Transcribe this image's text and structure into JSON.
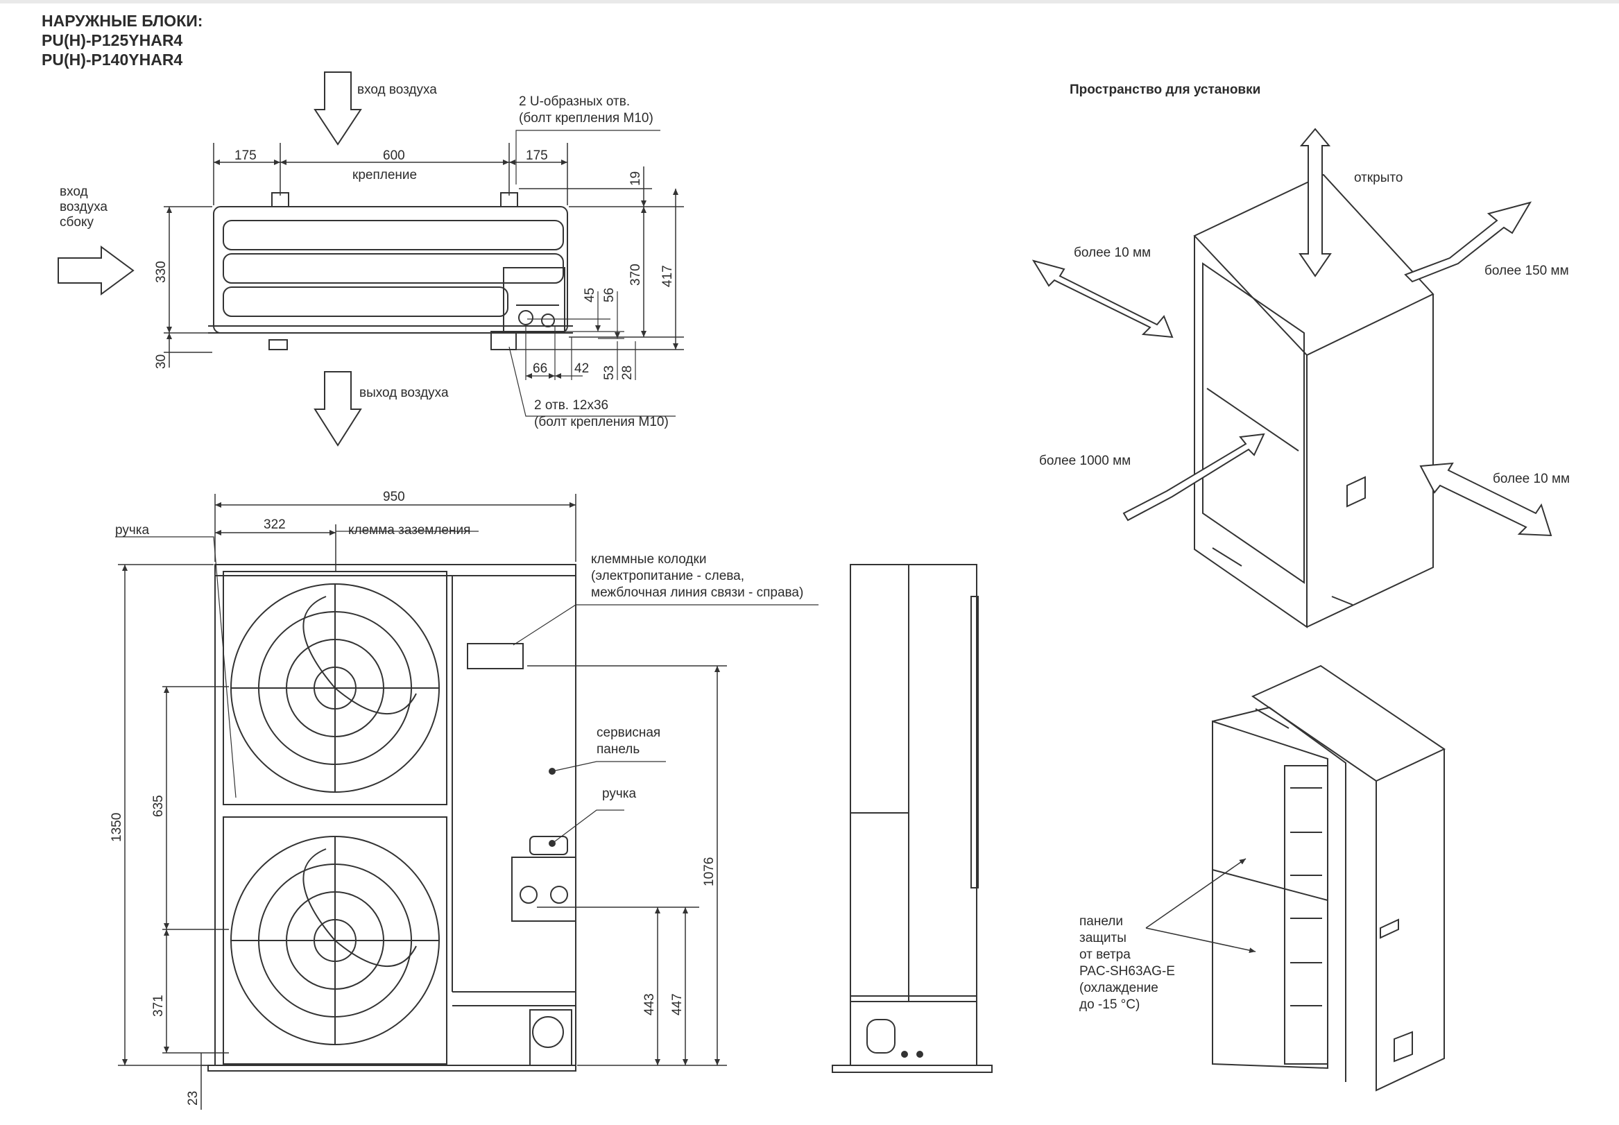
{
  "title": {
    "line1": "НАРУЖНЫЕ БЛОКИ:",
    "line2": "PU(H)-P125YHAR4",
    "line3": "PU(H)-P140YHAR4"
  },
  "top_view": {
    "air_in_top": "вход воздуха",
    "air_in_side_1": "вход",
    "air_in_side_2": "воздуха",
    "air_in_side_3": "сбоку",
    "air_out": "выход воздуха",
    "u_holes_1": "2 U-образных отв.",
    "u_holes_2": "(болт крепления M10)",
    "holes_1": "2 отв. 12x36",
    "holes_2": "(болт крепления M10)",
    "mount": "крепление",
    "dim_175_left": "175",
    "dim_600": "600",
    "dim_175_right": "175",
    "dim_19": "19",
    "dim_370": "370",
    "dim_417": "417",
    "dim_330": "330",
    "dim_30": "30",
    "dim_45": "45",
    "dim_56": "56",
    "dim_66": "66",
    "dim_42": "42",
    "dim_53": "53",
    "dim_28": "28"
  },
  "front_view": {
    "dim_950": "950",
    "dim_322": "322",
    "handle_left": "ручка",
    "ground_terminal": "клемма заземления",
    "terminal_blocks_1": "клеммные колодки",
    "terminal_blocks_2": "(электропитание - слева,",
    "terminal_blocks_3": "межблочная линия связи - справа)",
    "service_panel_1": "сервисная",
    "service_panel_2": "панель",
    "handle_right": "ручка",
    "dim_1350": "1350",
    "dim_635": "635",
    "dim_371": "371",
    "dim_23": "23",
    "dim_1076": "1076",
    "dim_443": "443",
    "dim_447": "447"
  },
  "install_space": {
    "title": "Пространство для установки",
    "open": "открыто",
    "more_10_left": "более 10 мм",
    "more_150": "более 150 мм",
    "more_1000": "более 1000 мм",
    "more_10_right": "более 10 мм"
  },
  "wind_panel": {
    "line1": "панели",
    "line2": "защиты",
    "line3": "от ветра",
    "line4": "PAC-SH63AG-E",
    "line5": "(охлаждение",
    "line6": "до -15 °C)"
  }
}
